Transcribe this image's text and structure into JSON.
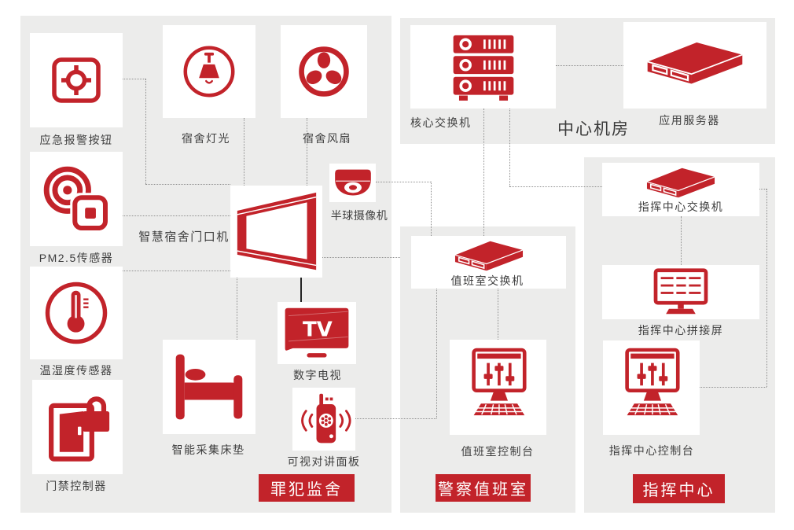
{
  "colors": {
    "accent": "#c2232a",
    "panel_bg": "#ececeb",
    "connector": "#8f8f8f",
    "solid_connector": "#242424",
    "label_text": "#3f3f3f",
    "tag_text": "#ffffff"
  },
  "zones": {
    "machine_room": {
      "label": "中心机房"
    },
    "prison_cell": {
      "tag": "罪犯监舍"
    },
    "police_duty_room": {
      "tag": "警察值班室"
    },
    "command_center": {
      "tag": "指挥中心"
    }
  },
  "nodes": {
    "emergency_alarm_button": {
      "label": "应急报警按钮",
      "icon": "emergency-alarm-button-icon"
    },
    "dorm_light": {
      "label": "宿舍灯光",
      "icon": "ceiling-lamp-icon"
    },
    "dorm_fan": {
      "label": "宿舍风扇",
      "icon": "fan-icon"
    },
    "pm25_sensor": {
      "label": "PM2.5传感器",
      "icon": "pm25-sensor-icon"
    },
    "smart_door_station": {
      "label": "智慧宿舍门口机",
      "icon": "door-station-screen-icon"
    },
    "dome_camera": {
      "label": "半球摄像机",
      "icon": "dome-camera-icon"
    },
    "temp_humidity_sensor": {
      "label": "温湿度传感器",
      "icon": "thermometer-icon"
    },
    "smart_mattress": {
      "label": "智能采集床垫",
      "icon": "bed-icon"
    },
    "digital_tv": {
      "label": "数字电视",
      "icon": "tv-icon"
    },
    "video_intercom_panel": {
      "label": "可视对讲面板",
      "icon": "intercom-icon"
    },
    "access_controller": {
      "label": "门禁控制器",
      "icon": "door-lock-icon"
    },
    "core_switch": {
      "label": "核心交换机",
      "icon": "server-stack-icon"
    },
    "app_server": {
      "label": "应用服务器",
      "icon": "rack-server-icon"
    },
    "duty_room_switch": {
      "label": "值班室交换机",
      "icon": "rack-switch-icon"
    },
    "duty_room_console": {
      "label": "值班室控制台",
      "icon": "console-icon"
    },
    "command_center_switch": {
      "label": "指挥中心交换机",
      "icon": "rack-switch-icon"
    },
    "command_center_video_wall": {
      "label": "指挥中心拼接屏",
      "icon": "video-wall-icon"
    },
    "command_center_console": {
      "label": "指挥中心控制台",
      "icon": "console-icon"
    }
  }
}
